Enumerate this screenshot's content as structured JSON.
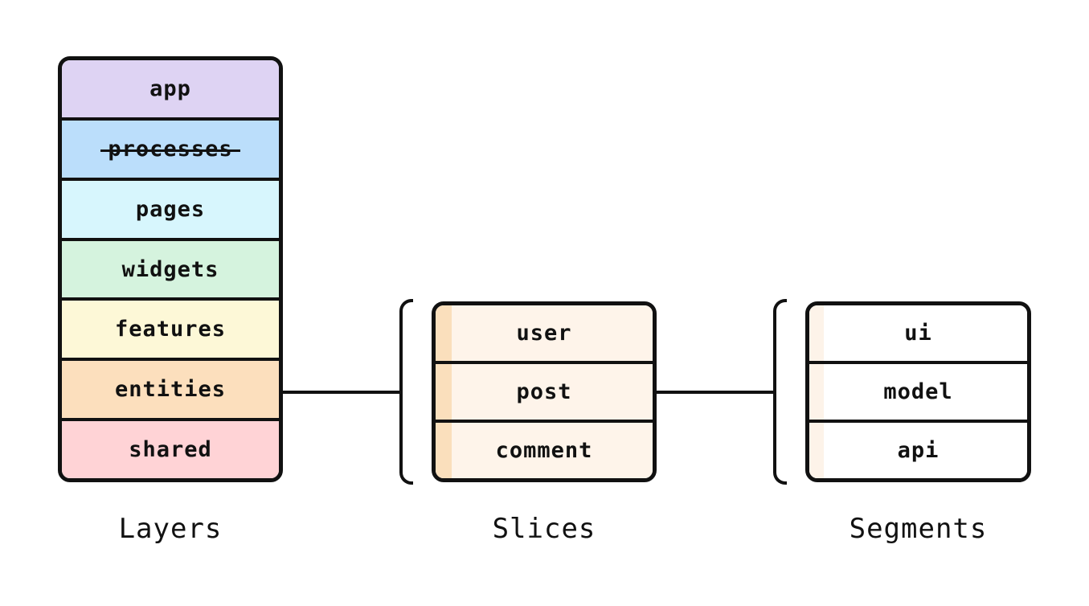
{
  "diagram": {
    "background": "#ffffff",
    "stroke_color": "#111111",
    "groups": {
      "layers": {
        "caption": "Layers",
        "items": [
          {
            "label": "app",
            "color": "#ded3f3",
            "deprecated": false
          },
          {
            "label": "processes",
            "color": "#bbdefb",
            "deprecated": true
          },
          {
            "label": "pages",
            "color": "#d7f6fd",
            "deprecated": false
          },
          {
            "label": "widgets",
            "color": "#d5f3de",
            "deprecated": false
          },
          {
            "label": "features",
            "color": "#fdf8d7",
            "deprecated": false
          },
          {
            "label": "entities",
            "color": "#fcdfbd",
            "deprecated": false
          },
          {
            "label": "shared",
            "color": "#ffd3d6",
            "deprecated": false
          }
        ]
      },
      "slices": {
        "caption": "Slices",
        "items": [
          {
            "label": "user",
            "color": "#fef4ea",
            "stripe": "#fadfbc"
          },
          {
            "label": "post",
            "color": "#fef4ea",
            "stripe": "#fadfbc"
          },
          {
            "label": "comment",
            "color": "#fef4ea",
            "stripe": "#fadfbc"
          }
        ]
      },
      "segments": {
        "caption": "Segments",
        "items": [
          {
            "label": "ui",
            "color": "#ffffff",
            "stripe": "#fdf3e9"
          },
          {
            "label": "model",
            "color": "#ffffff",
            "stripe": "#fdf3e9"
          },
          {
            "label": "api",
            "color": "#ffffff",
            "stripe": "#fdf3e9"
          }
        ]
      }
    },
    "connections": [
      {
        "from": "layers.entities",
        "to": "slices"
      },
      {
        "from": "slices",
        "to": "segments"
      }
    ]
  }
}
